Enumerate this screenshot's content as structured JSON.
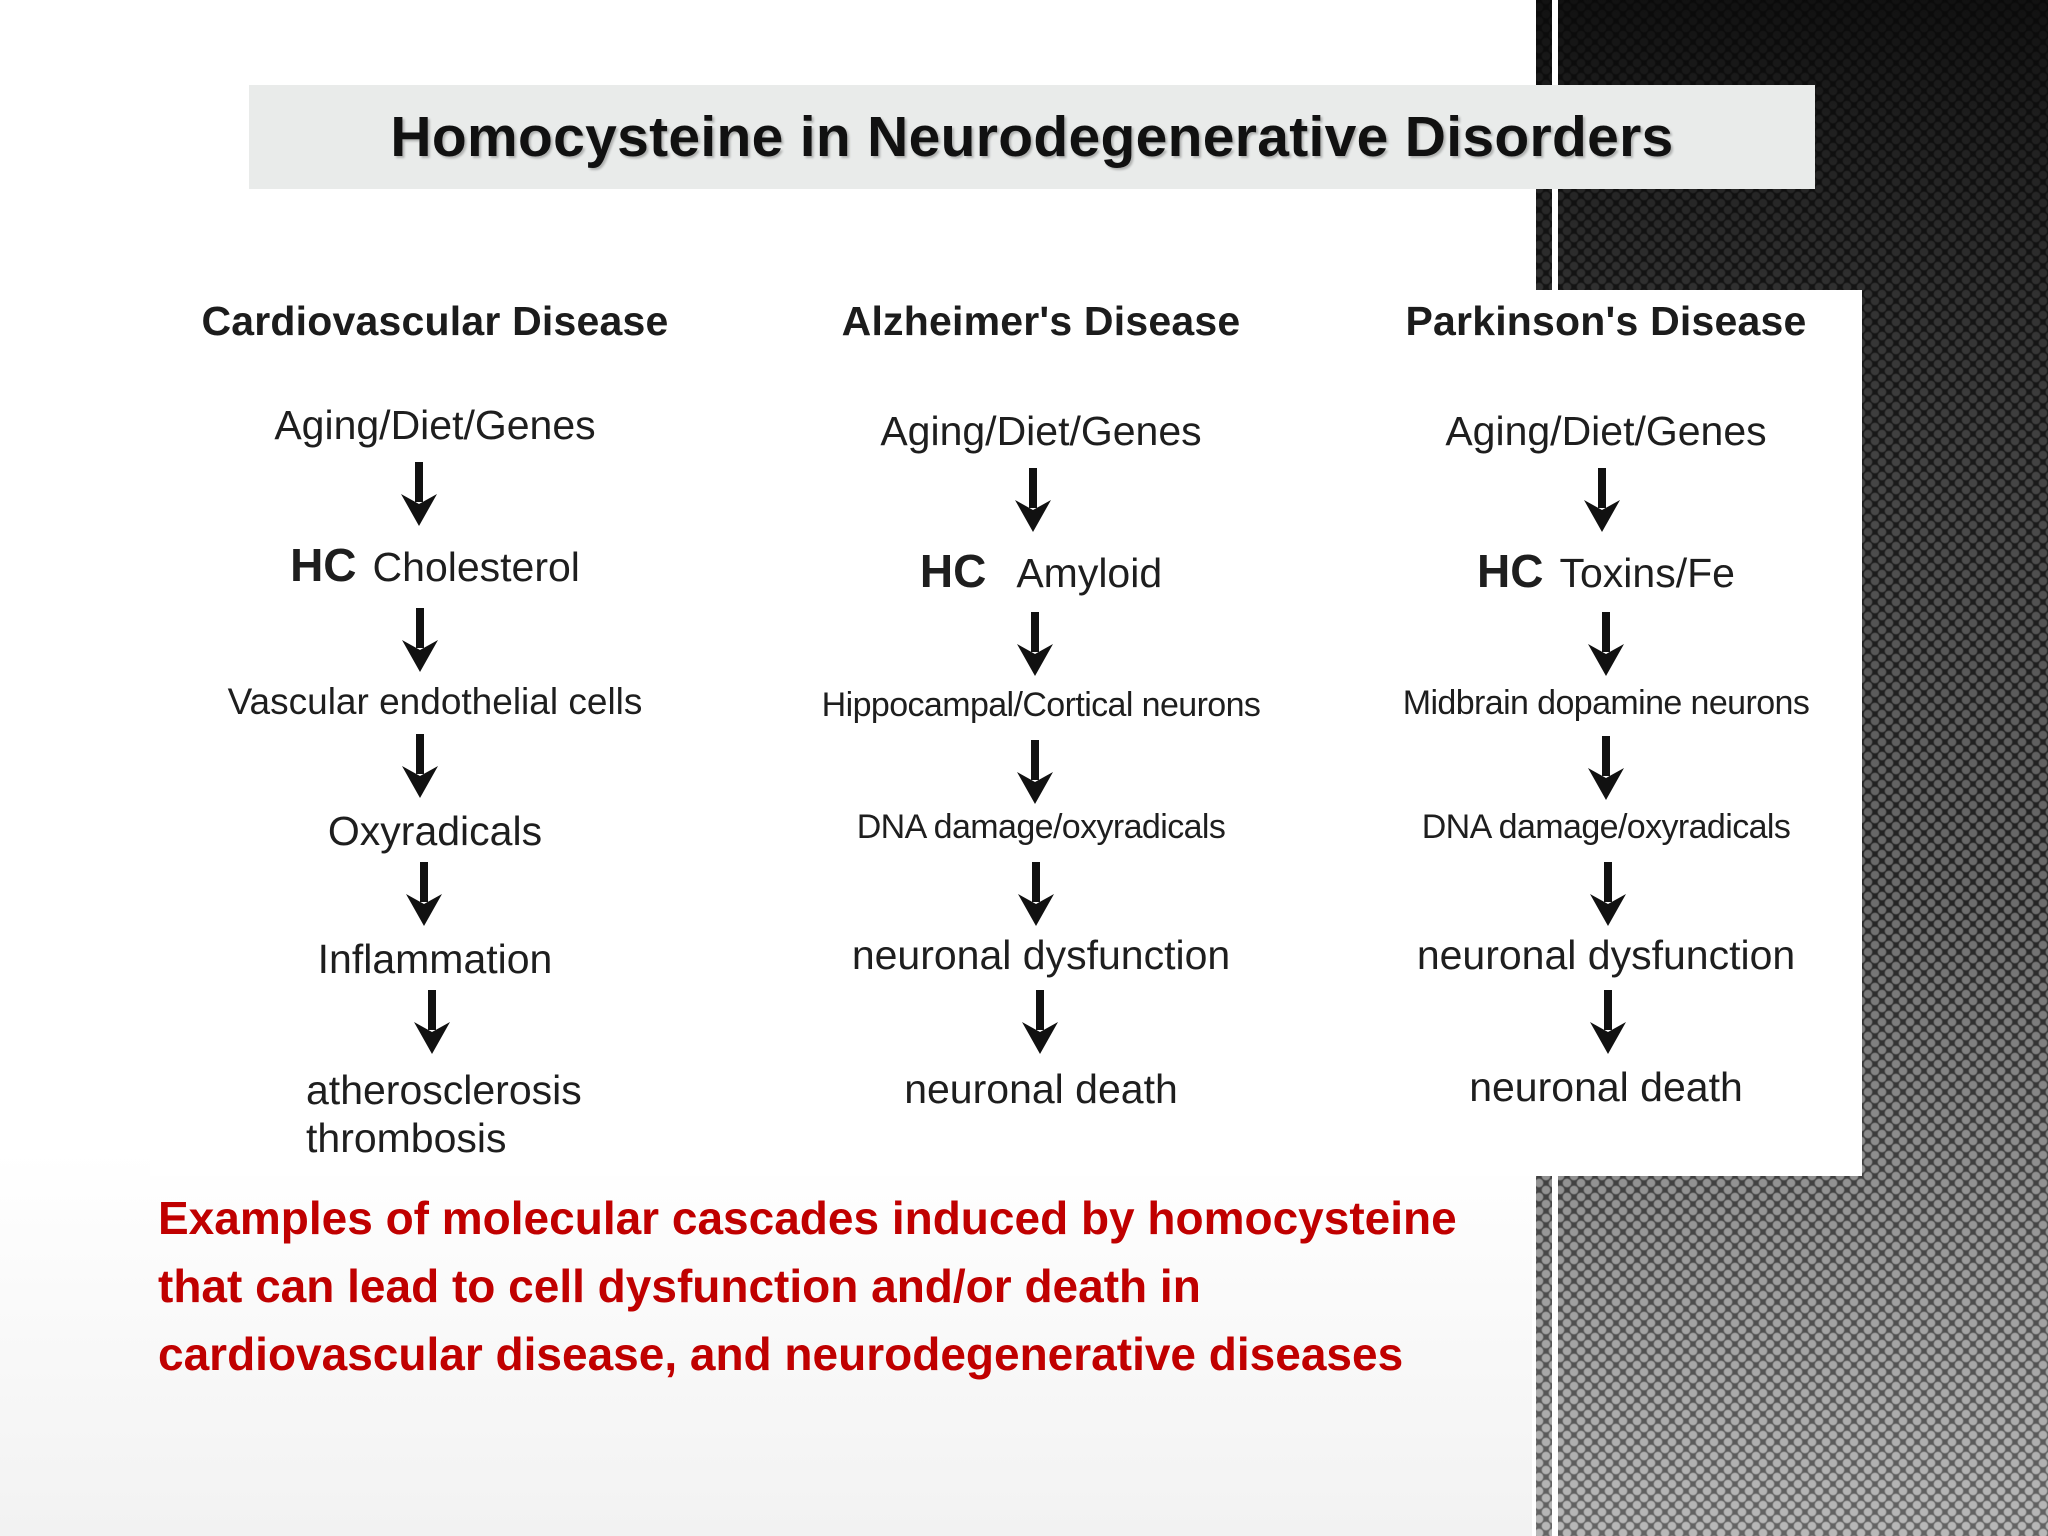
{
  "slide": {
    "title": "Homocysteine in Neurodegenerative Disorders",
    "caption": "Examples of molecular cascades induced by homocysteine that can lead to cell dysfunction and/or death in cardiovascular disease, and neurodegenerative diseases",
    "colors": {
      "caption": "#c00000",
      "title_bar": "#e9ebea",
      "dark_panel": "#161616"
    }
  },
  "diagram": {
    "columns": [
      {
        "heading": "Cardiovascular Disease",
        "steps": [
          "Aging/Diet/Genes",
          "HC",
          "Cholesterol",
          "Vascular endothelial cells",
          "Oxyradicals",
          "Inflammation",
          "atherosclerosis",
          "thrombosis"
        ]
      },
      {
        "heading": "Alzheimer's Disease",
        "steps": [
          "Aging/Diet/Genes",
          "HC",
          "Amyloid",
          "Hippocampal/Cortical neurons",
          "DNA damage/oxyradicals",
          "neuronal dysfunction",
          "neuronal death"
        ]
      },
      {
        "heading": "Parkinson's Disease",
        "steps": [
          "Aging/Diet/Genes",
          "HC",
          "Toxins/Fe",
          "Midbrain dopamine neurons",
          "DNA damage/oxyradicals",
          "neuronal dysfunction",
          "neuronal death"
        ]
      }
    ],
    "arrow_icon": "down-arrow-icon"
  }
}
